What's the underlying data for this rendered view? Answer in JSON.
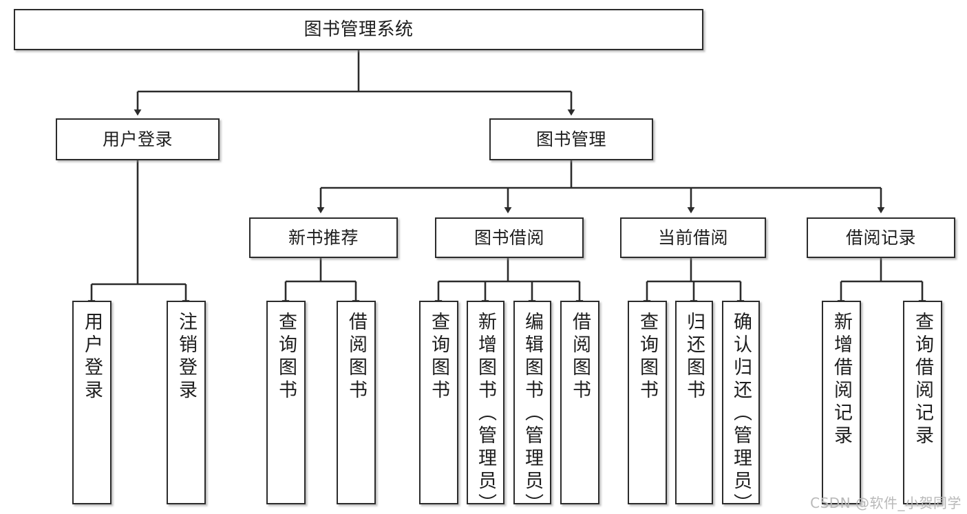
{
  "diagram": {
    "title": "图书管理系统",
    "type": "hierarchy-tree",
    "watermark": "CSDN @软件_小贺同学",
    "colors": {
      "border": "#2b2b2b",
      "text": "#1d1d1d",
      "background": "#ffffff",
      "edge": "#2b2b2b",
      "watermark": "#b9b9b9"
    },
    "nodes": {
      "root": {
        "label": "图书管理系统",
        "orientation": "horizontal"
      },
      "tier2": [
        {
          "label": "用户登录",
          "orientation": "horizontal"
        },
        {
          "label": "图书管理",
          "orientation": "horizontal"
        }
      ],
      "tier3": [
        {
          "label": "新书推荐",
          "orientation": "horizontal"
        },
        {
          "label": "图书借阅",
          "orientation": "horizontal"
        },
        {
          "label": "当前借阅",
          "orientation": "horizontal"
        },
        {
          "label": "借阅记录",
          "orientation": "horizontal"
        }
      ],
      "leaves": [
        {
          "label": "用户登录",
          "orientation": "vertical",
          "parent": "用户登录"
        },
        {
          "label": "注销登录",
          "orientation": "vertical",
          "parent": "用户登录"
        },
        {
          "label": "查询图书",
          "orientation": "vertical",
          "parent": "新书推荐"
        },
        {
          "label": "借阅图书",
          "orientation": "vertical",
          "parent": "新书推荐"
        },
        {
          "label": "查询图书",
          "orientation": "vertical",
          "parent": "图书借阅"
        },
        {
          "label": "新增图书（管理员）",
          "orientation": "vertical",
          "parent": "图书借阅"
        },
        {
          "label": "编辑图书（管理员）",
          "orientation": "vertical",
          "parent": "图书借阅"
        },
        {
          "label": "借阅图书",
          "orientation": "vertical",
          "parent": "图书借阅"
        },
        {
          "label": "查询图书",
          "orientation": "vertical",
          "parent": "当前借阅"
        },
        {
          "label": "归还图书",
          "orientation": "vertical",
          "parent": "当前借阅"
        },
        {
          "label": "确认归还（管理员）",
          "orientation": "vertical",
          "parent": "当前借阅"
        },
        {
          "label": "新增借阅记录",
          "orientation": "vertical",
          "parent": "借阅记录"
        },
        {
          "label": "查询借阅记录",
          "orientation": "vertical",
          "parent": "借阅记录"
        }
      ]
    }
  }
}
